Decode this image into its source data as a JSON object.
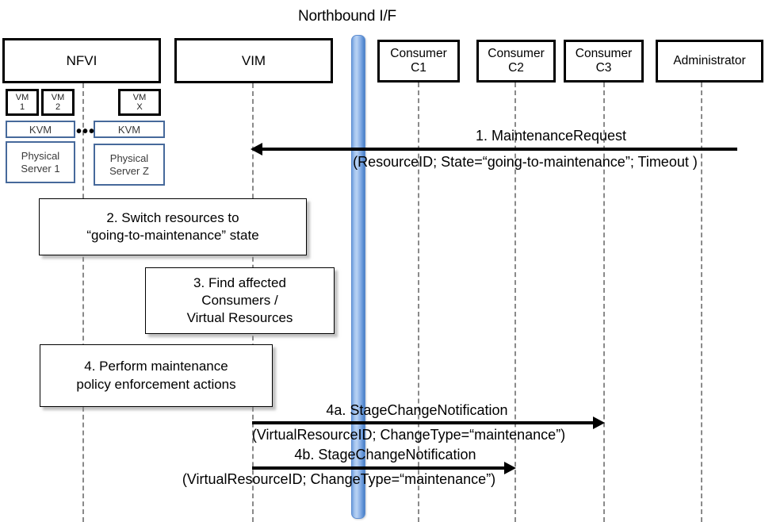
{
  "diagram": {
    "title": "Northbound I/F"
  },
  "actors": [
    {
      "name": "nfvi",
      "label": "NFVI"
    },
    {
      "name": "vim",
      "label": "VIM"
    },
    {
      "name": "consumer-c1",
      "line1": "Consumer",
      "line2": "C1"
    },
    {
      "name": "consumer-c2",
      "line1": "Consumer",
      "line2": "C2"
    },
    {
      "name": "consumer-c3",
      "line1": "Consumer",
      "line2": "C3"
    },
    {
      "name": "administrator",
      "label": "Administrator"
    }
  ],
  "infrastructure": {
    "vms": [
      {
        "line1": "VM",
        "line2": "1"
      },
      {
        "line1": "VM",
        "line2": "2"
      },
      {
        "line1": "VM",
        "line2": "X"
      }
    ],
    "hypervisors": [
      {
        "label": "KVM"
      },
      {
        "label": "KVM"
      }
    ],
    "servers": [
      {
        "line1": "Physical",
        "line2": "Server 1"
      },
      {
        "line1": "Physical",
        "line2": "Server Z"
      }
    ],
    "ellipsis": "•••"
  },
  "steps": [
    {
      "id": "step-2",
      "line1": "2. Switch resources to",
      "line2": "“going-to-maintenance” state"
    },
    {
      "id": "step-3",
      "line1": "3. Find affected",
      "line2": "Consumers /",
      "line3": "Virtual Resources"
    },
    {
      "id": "step-4",
      "line1": "4. Perform maintenance",
      "line2": "policy enforcement actions"
    }
  ],
  "messages": [
    {
      "id": "message-1",
      "label": "1.   MaintenanceRequest",
      "params": "(ResourceID; State=“going-to-maintenance”; Timeout )",
      "from": "administrator",
      "to": "vim",
      "direction": "left"
    },
    {
      "id": "message-4a",
      "label": "4a. StageChangeNotification",
      "params": "(VirtualResourceID; ChangeType=“maintenance”)",
      "from": "vim",
      "to": "consumer-c3",
      "direction": "right"
    },
    {
      "id": "message-4b",
      "label": "4b. StageChangeNotification",
      "params": "(VirtualResourceID; ChangeType=“maintenance”)",
      "from": "vim",
      "to": "consumer-c2",
      "direction": "right"
    }
  ],
  "colors": {
    "northbound_bar": "#7da9e0",
    "infrastructure_border": "#46699b",
    "actor_border": "#000000",
    "lifeline": "#8a8a8a"
  }
}
